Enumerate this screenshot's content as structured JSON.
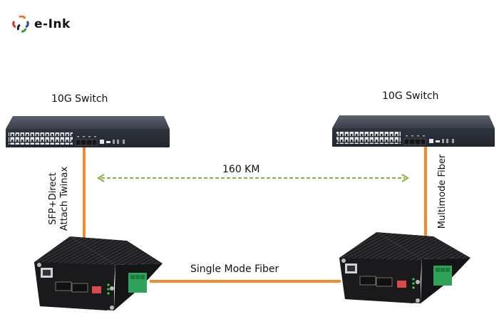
{
  "logo": {
    "brand": "e-Ink",
    "mark_colors": [
      "#e8702a",
      "#d43a2a",
      "#2a4b9b",
      "#3a9a3a",
      "#222222"
    ]
  },
  "switches": [
    {
      "label": "10G Switch",
      "side": "left"
    },
    {
      "label": "10G Switch",
      "side": "right"
    }
  ],
  "links": {
    "left_vertical": {
      "line1": "SFP+Direct",
      "line2": "Attach Twinax"
    },
    "right_vertical": {
      "label": "Multimode Fiber"
    },
    "bottom": {
      "label": "Single Mode Fiber"
    },
    "distance": {
      "label": "160 KM"
    }
  },
  "colors": {
    "cable": "#f58a2e",
    "distance_arrow": "#8ab34a",
    "switch_body": "#3f4450",
    "converter_body": "#1c1c1e",
    "terminal_green": "#2fa35a"
  }
}
